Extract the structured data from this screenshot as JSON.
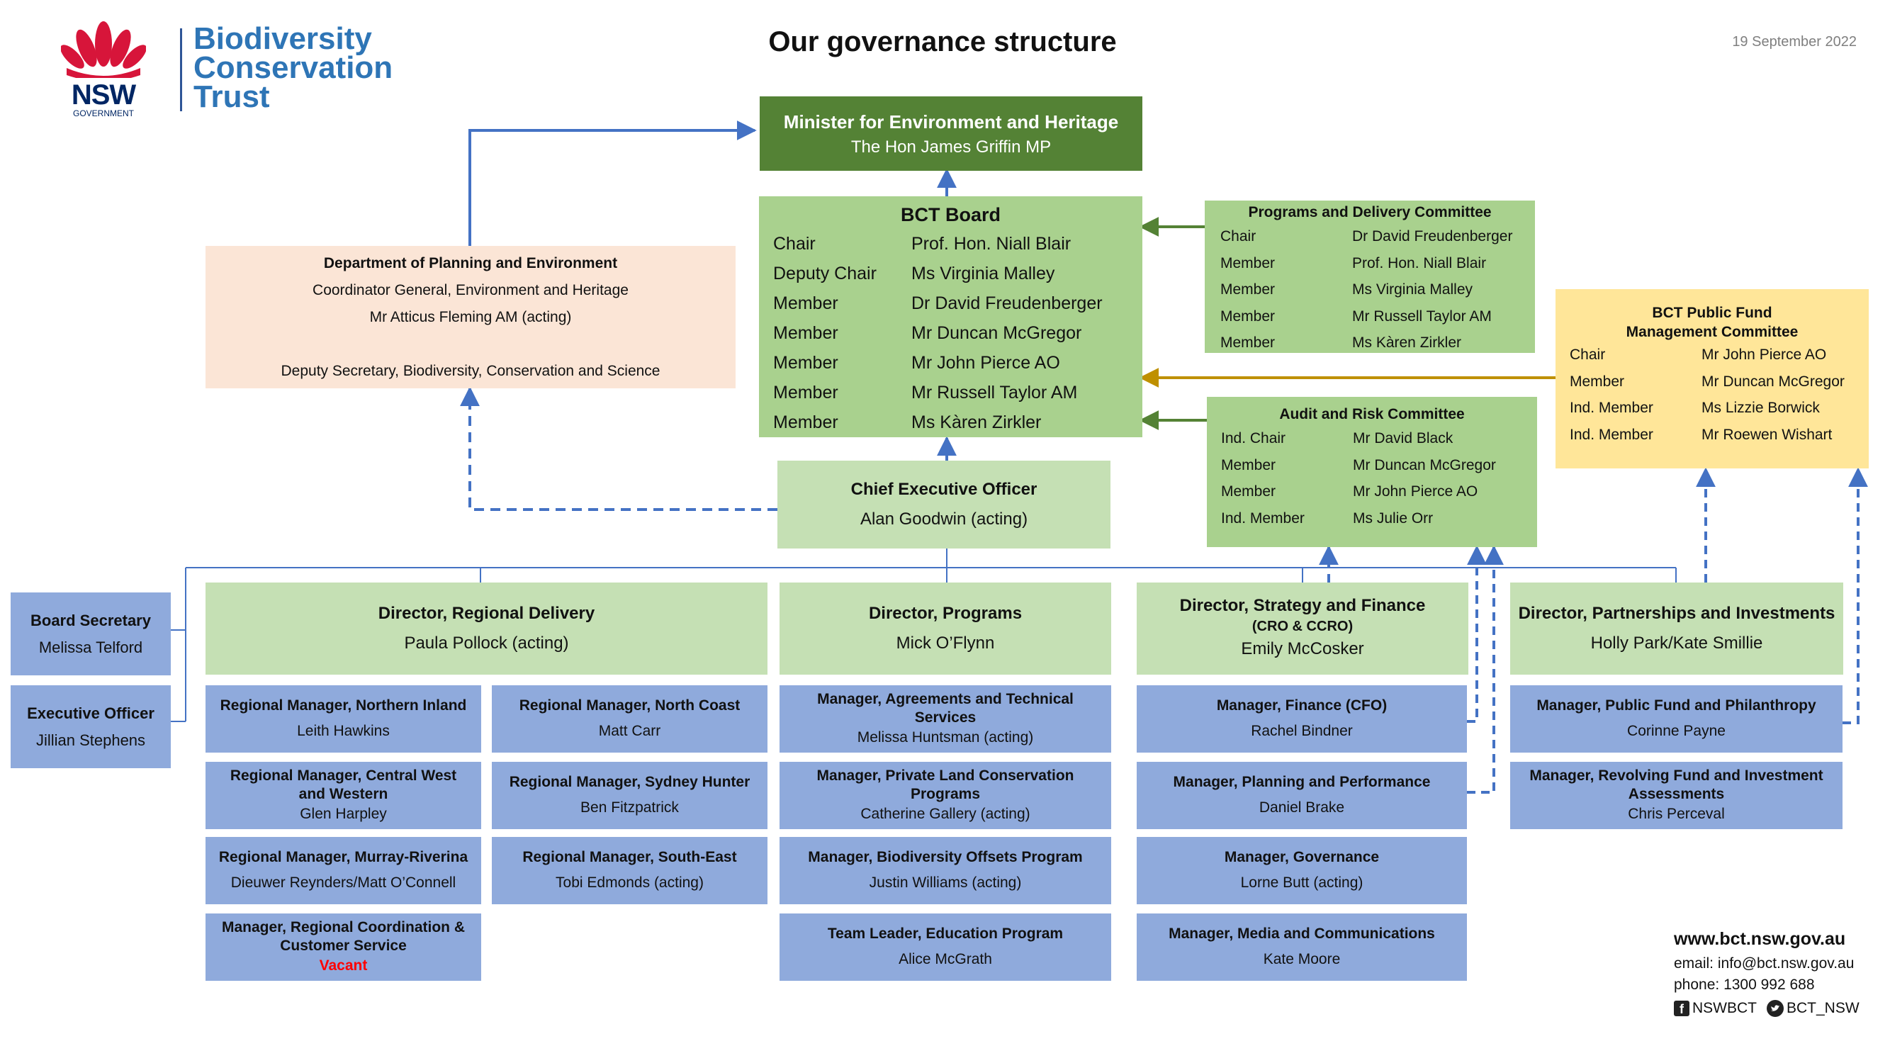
{
  "header": {
    "title": "Our governance structure",
    "date": "19 September 2022"
  },
  "logo": {
    "nsw_text": "NSW",
    "government_text": "GOVERNMENT",
    "org_line1": "Biodiversity",
    "org_line2": "Conservation",
    "org_line3": "Trust"
  },
  "minister": {
    "title": "Minister for Environment and Heritage",
    "name": "The Hon James Griffin MP"
  },
  "board": {
    "title": "BCT Board",
    "members": [
      {
        "role": "Chair",
        "name": "Prof. Hon. Niall Blair"
      },
      {
        "role": "Deputy Chair",
        "name": "Ms Virginia Malley"
      },
      {
        "role": "Member",
        "name": "Dr David Freudenberger"
      },
      {
        "role": "Member",
        "name": "Mr Duncan McGregor"
      },
      {
        "role": "Member",
        "name": "Mr John Pierce AO"
      },
      {
        "role": "Member",
        "name": "Mr Russell Taylor AM"
      },
      {
        "role": "Member",
        "name": "Ms Kàren Zirkler"
      }
    ]
  },
  "department": {
    "title": "Department of Planning and Environment",
    "line1": "Coordinator General, Environment and Heritage",
    "line2": "Mr Atticus Fleming AM (acting)",
    "line3": "Deputy Secretary, Biodiversity, Conservation and Science"
  },
  "programs_committee": {
    "title": "Programs and Delivery Committee",
    "members": [
      {
        "role": "Chair",
        "name": "Dr David Freudenberger"
      },
      {
        "role": "Member",
        "name": "Prof. Hon. Niall Blair"
      },
      {
        "role": "Member",
        "name": "Ms Virginia Malley"
      },
      {
        "role": "Member",
        "name": "Mr Russell Taylor AM"
      },
      {
        "role": "Member",
        "name": "Ms Kàren Zirkler"
      }
    ]
  },
  "audit_committee": {
    "title": "Audit and Risk Committee",
    "members": [
      {
        "role": "Ind. Chair",
        "name": "Mr David Black"
      },
      {
        "role": "Member",
        "name": "Mr Duncan McGregor"
      },
      {
        "role": "Member",
        "name": "Mr John Pierce AO"
      },
      {
        "role": "Ind. Member",
        "name": "Ms Julie Orr"
      }
    ]
  },
  "fund_committee": {
    "title_line1": "BCT Public Fund",
    "title_line2": "Management Committee",
    "members": [
      {
        "role": "Chair",
        "name": "Mr John Pierce AO"
      },
      {
        "role": "Member",
        "name": "Mr Duncan McGregor"
      },
      {
        "role": "Ind. Member",
        "name": "Ms Lizzie Borwick"
      },
      {
        "role": "Ind. Member",
        "name": "Mr Roewen Wishart"
      }
    ]
  },
  "ceo": {
    "title": "Chief Executive Officer",
    "name": "Alan Goodwin (acting)"
  },
  "board_secretary": {
    "title": "Board Secretary",
    "name": "Melissa Telford"
  },
  "executive_officer": {
    "title": "Executive Officer",
    "name": "Jillian Stephens"
  },
  "directors": {
    "regional": {
      "title": "Director, Regional Delivery",
      "name": "Paula Pollock (acting)"
    },
    "programs": {
      "title": "Director, Programs",
      "name": "Mick O’Flynn"
    },
    "strategy": {
      "title": "Director, Strategy and Finance",
      "subtitle": "(CRO & CCRO)",
      "name": "Emily McCosker"
    },
    "partnerships": {
      "title": "Director, Partnerships and Investments",
      "name": "Holly Park/Kate Smillie"
    }
  },
  "managers": {
    "northern_inland": {
      "title": "Regional Manager, Northern Inland",
      "name": "Leith Hawkins"
    },
    "north_coast": {
      "title": "Regional Manager, North Coast",
      "name": "Matt Carr"
    },
    "central_west": {
      "title_line1": "Regional Manager, Central West",
      "title_line2": "and Western",
      "name": "Glen Harpley"
    },
    "sydney_hunter": {
      "title": "Regional Manager, Sydney Hunter",
      "name": "Ben Fitzpatrick"
    },
    "murray_riverina": {
      "title": "Regional Manager, Murray-Riverina",
      "name": "Dieuwer Reynders/Matt O’Connell"
    },
    "south_east": {
      "title": "Regional Manager, South-East",
      "name": "Tobi Edmonds (acting)"
    },
    "regional_coord": {
      "title_line1": "Manager, Regional Coordination &",
      "title_line2": "Customer Service",
      "name": "Vacant"
    },
    "agreements": {
      "title_line1": "Manager, Agreements and Technical",
      "title_line2": "Services",
      "name": "Melissa Huntsman (acting)"
    },
    "private_land": {
      "title_line1": "Manager, Private Land Conservation",
      "title_line2": "Programs",
      "name": "Catherine Gallery (acting)"
    },
    "offsets": {
      "title": "Manager, Biodiversity Offsets Program",
      "name": "Justin Williams (acting)"
    },
    "education": {
      "title": "Team Leader, Education Program",
      "name": "Alice McGrath"
    },
    "finance": {
      "title": "Manager, Finance (CFO)",
      "name": "Rachel Bindner"
    },
    "planning": {
      "title": "Manager, Planning and Performance",
      "name": "Daniel Brake"
    },
    "governance": {
      "title": "Manager, Governance",
      "name": "Lorne Butt (acting)"
    },
    "media": {
      "title": "Manager, Media and Communications",
      "name": "Kate Moore"
    },
    "public_fund": {
      "title": "Manager, Public Fund and Philanthropy",
      "name": "Corinne Payne"
    },
    "revolving_fund": {
      "title_line1": "Manager, Revolving Fund and Investment",
      "title_line2": "Assessments",
      "name": "Chris Perceval"
    }
  },
  "contact": {
    "website": "www.bct.nsw.gov.au",
    "email": "email: info@bct.nsw.gov.au",
    "phone": "phone: 1300 992 688",
    "facebook": "NSWBCT",
    "twitter": "BCT_NSW"
  },
  "colors": {
    "dark_green": "#548235",
    "mid_green": "#a9d18e",
    "light_green": "#c5e0b4",
    "peach": "#fbe5d6",
    "yellow": "#ffe699",
    "blue_box": "#8faadc",
    "connector_blue": "#4472c4",
    "connector_green": "#548235",
    "connector_gold": "#bf9000",
    "nsw_red": "#d7153a",
    "nsw_navy": "#002664",
    "vacant_red": "#ff0000"
  }
}
